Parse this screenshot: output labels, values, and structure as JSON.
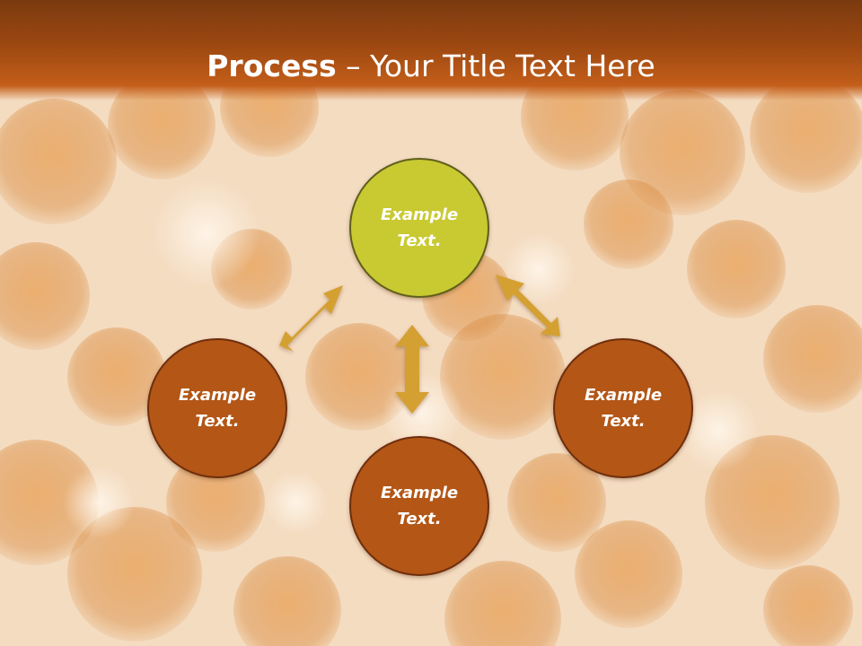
{
  "slide": {
    "title_bold": "Process",
    "title_separator": " – ",
    "title_rest": "Your Title Text Here"
  },
  "colors": {
    "header_dark": "#7a3a0f",
    "header_light": "#c45e1a",
    "node_green": "#c9c932",
    "node_brown": "#b35719",
    "node_border_green": "#5e5e1c",
    "node_border_brown": "#6e2e0c",
    "arrow": "#d4a033"
  },
  "nodes": [
    {
      "id": "top",
      "line1": "Example",
      "line2": "Text.",
      "highlight": true
    },
    {
      "id": "left",
      "line1": "Example",
      "line2": "Text.",
      "highlight": false
    },
    {
      "id": "bottom",
      "line1": "Example",
      "line2": "Text.",
      "highlight": false
    },
    {
      "id": "right",
      "line1": "Example",
      "line2": "Text.",
      "highlight": false
    }
  ]
}
